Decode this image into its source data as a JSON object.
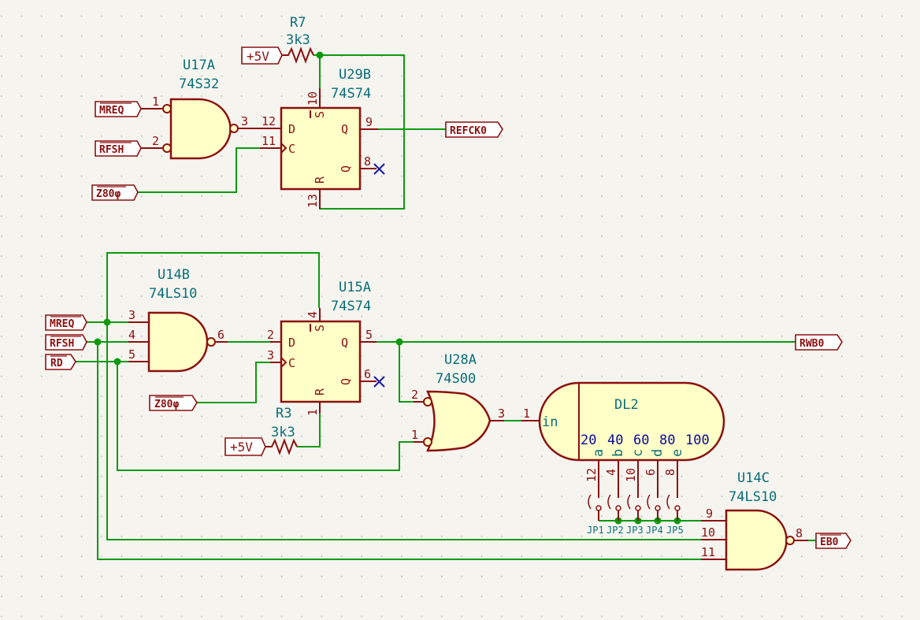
{
  "components": {
    "r7": {
      "ref": "R7",
      "value": "3k3"
    },
    "r3": {
      "ref": "R3",
      "value": "3k3"
    },
    "u17a": {
      "ref": "U17A",
      "value": "74S32"
    },
    "u29b": {
      "ref": "U29B",
      "value": "74S74"
    },
    "u14b": {
      "ref": "U14B",
      "value": "74LS10"
    },
    "u15a": {
      "ref": "U15A",
      "value": "74S74"
    },
    "u28a": {
      "ref": "U28A",
      "value": "74S00"
    },
    "u14c": {
      "ref": "U14C",
      "value": "74LS10"
    },
    "dl2": {
      "ref": "DL2",
      "input": "in",
      "taps": [
        "20",
        "40",
        "60",
        "80",
        "100"
      ],
      "tap_letters": [
        "a",
        "b",
        "c",
        "d",
        "e"
      ],
      "tap_pins": [
        "12",
        "4",
        "10",
        "6",
        "8"
      ]
    },
    "jumpers": [
      "JP1",
      "JP2",
      "JP3",
      "JP4",
      "JP5"
    ]
  },
  "power": {
    "vcc": "+5V"
  },
  "nets": {
    "mreq": "MREQ",
    "rfsh": "RFSH",
    "rd": "RD",
    "z80phi": "Z80φ",
    "refck0": "REFCK0",
    "rwb0": "RWB0",
    "eb0": "EB0"
  },
  "ff_pins": {
    "d": "D",
    "c": "C",
    "s": "S",
    "r": "R",
    "q": "Q",
    "qn": "Q"
  },
  "pins": {
    "u17a": [
      "1",
      "2",
      "3"
    ],
    "u29b": [
      "12",
      "11",
      "10",
      "13",
      "9",
      "8"
    ],
    "u14b": [
      "3",
      "4",
      "5",
      "6"
    ],
    "u15a": [
      "2",
      "3",
      "4",
      "1",
      "5",
      "6"
    ],
    "u28a": [
      "2",
      "1",
      "3"
    ],
    "dl2_in": "1",
    "u14c": [
      "9",
      "10",
      "11",
      "8"
    ]
  }
}
